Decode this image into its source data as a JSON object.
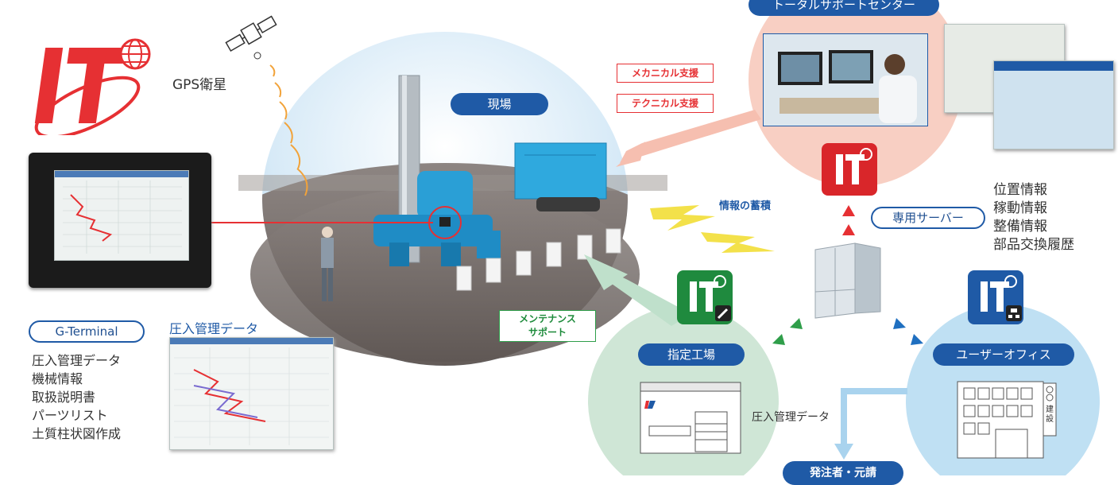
{
  "satellite": {
    "label": "GPS衛星"
  },
  "site": {
    "label": "現場",
    "mechanical_support": "メカニカル支援",
    "technical_support": "テクニカル支援",
    "data_accumulation": "情報の蓄積"
  },
  "support_center": {
    "label": "トータルサポートセンター"
  },
  "server": {
    "label": "専用サーバー",
    "info_items": [
      "位置情報",
      "稼動情報",
      "整備情報",
      "部品交換履歴"
    ]
  },
  "terminal": {
    "label": "G-Terminal",
    "items": [
      "圧入管理データ",
      "機械情報",
      "取扱説明書",
      "パーツリスト",
      "土質柱状図作成"
    ]
  },
  "press_data": {
    "label": "圧入管理データ"
  },
  "maintenance": {
    "label_line1": "メンテナンス",
    "label_line2": "サポート"
  },
  "factory": {
    "label": "指定工場"
  },
  "user_office": {
    "label": "ユーザーオフィス",
    "building_sign": "建設"
  },
  "flow": {
    "press_data_label": "圧入管理データ",
    "client_label": "発注者・元請"
  },
  "logo": {
    "text": "IT"
  },
  "colors": {
    "brand_red": "#e63033",
    "brand_blue": "#1f5aa6",
    "support_pink": "#f8cfc3",
    "factory_green": "#cfe6d6",
    "office_blue": "#bfe0f3"
  }
}
